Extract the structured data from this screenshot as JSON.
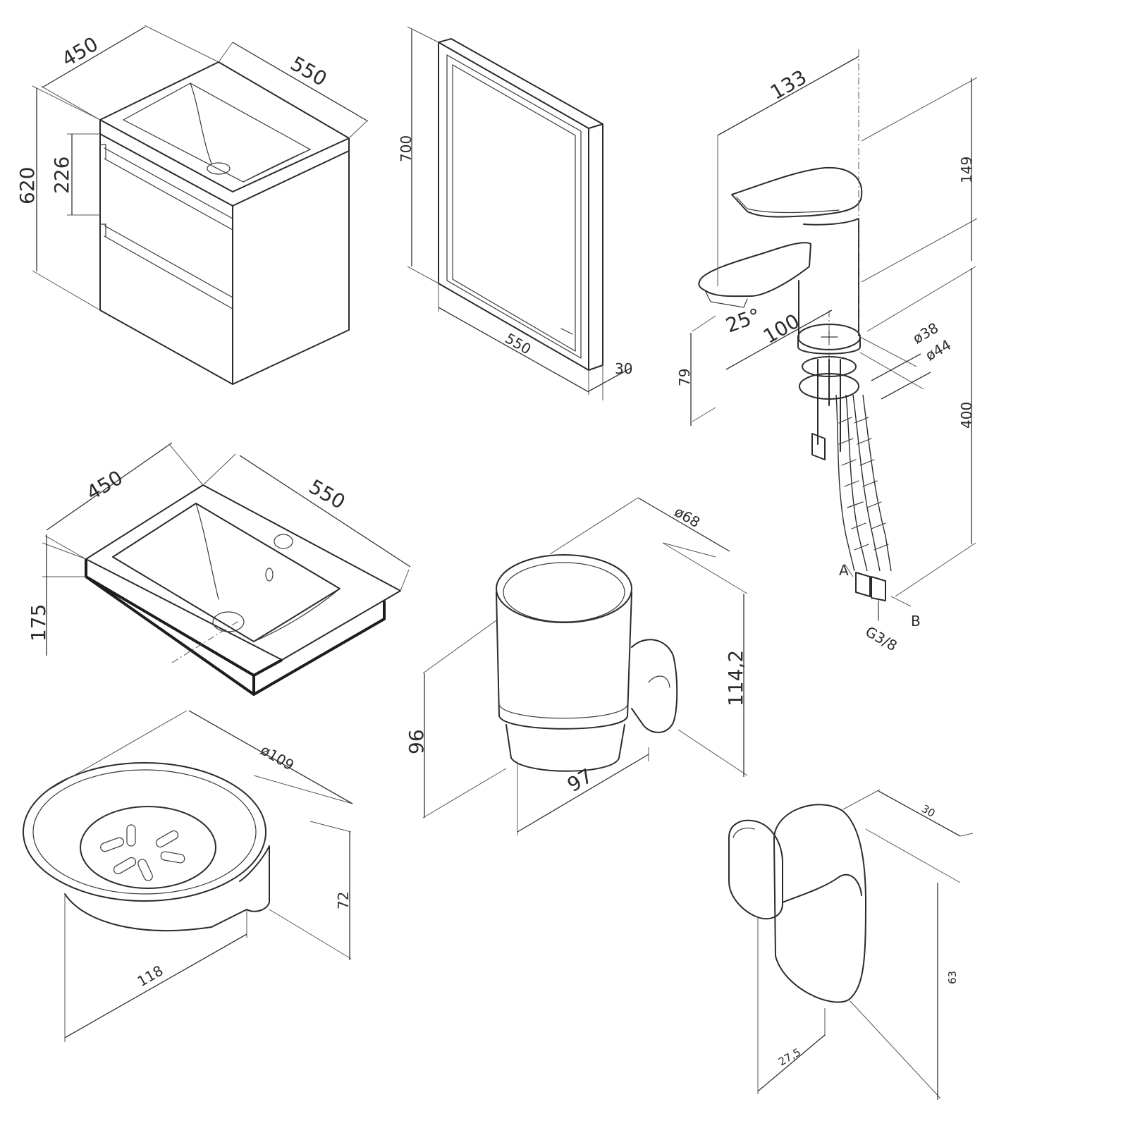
{
  "vanity": {
    "depth": "450",
    "width": "550",
    "height": "620",
    "drawer_height": "226"
  },
  "mirror": {
    "height": "700",
    "width": "550",
    "thickness": "30"
  },
  "faucet": {
    "reach": "133",
    "height": "149",
    "spout_length": "100",
    "angle": "25°",
    "spout_height": "79",
    "base_diameter_inner": "ø38",
    "base_diameter_outer": "ø44",
    "hose_length": "400",
    "label_a": "A",
    "label_b": "B",
    "thread": "G3/8"
  },
  "basin": {
    "depth": "450",
    "width": "550",
    "height": "175"
  },
  "tumbler": {
    "diameter": "ø68",
    "height_total": "114,2",
    "height_cup": "96",
    "projection": "97"
  },
  "soap_dish": {
    "diameter": "ø109",
    "height": "72",
    "projection": "118"
  },
  "hook": {
    "width": "30",
    "height": "63",
    "projection": "27,5"
  }
}
